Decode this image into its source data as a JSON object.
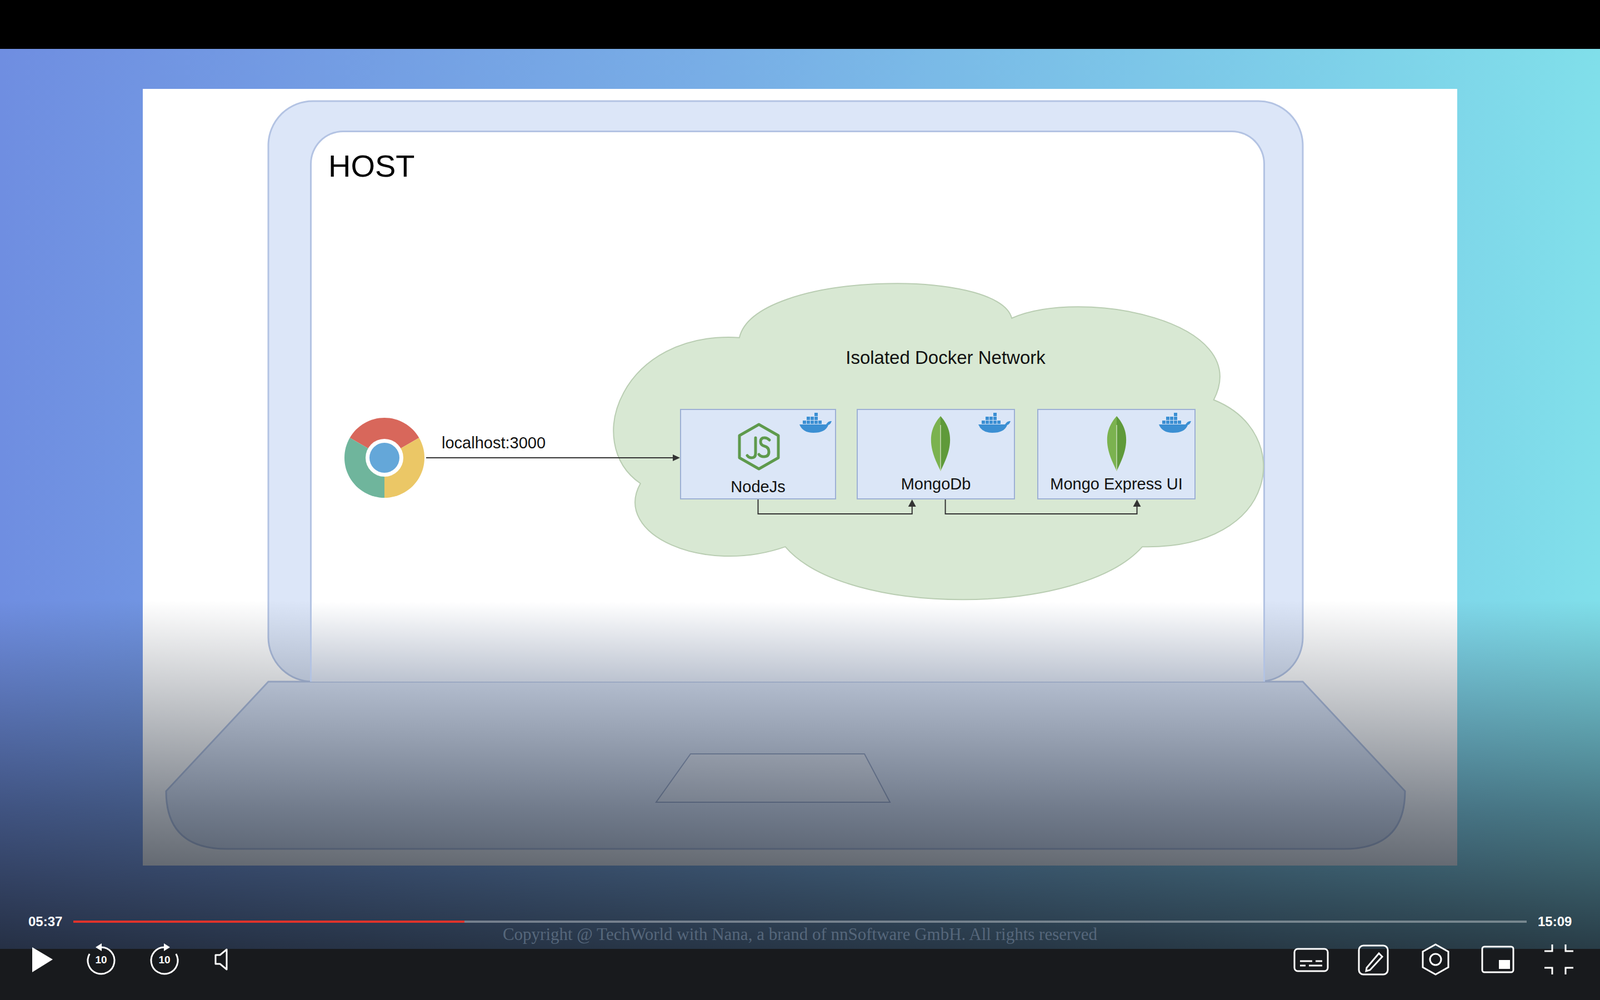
{
  "diagram": {
    "nodes": [
      {
        "text": [
          "HOST"
        ]
      },
      {
        "text": [
          "Isolated Docker Network"
        ],
        "in": 0
      },
      {
        "text": [
          "NodeJs"
        ],
        "in": 1
      },
      {
        "text": [
          "MongoDb"
        ],
        "in": 1
      },
      {
        "text": [
          "Mongo Express UI"
        ],
        "in": 1
      }
    ],
    "edges": [
      {
        "from": 2,
        "to": 3,
        "arrow": "to"
      },
      {
        "from": 3,
        "to": 4,
        "arrow": "to"
      }
    ],
    "labels": [
      "localhost:3000",
      "05:37",
      "15:09",
      "10",
      "10",
      "Copyright @ TechWorld with Nana, a brand of nnSoftware GmbH. All rights reserved"
    ]
  }
}
